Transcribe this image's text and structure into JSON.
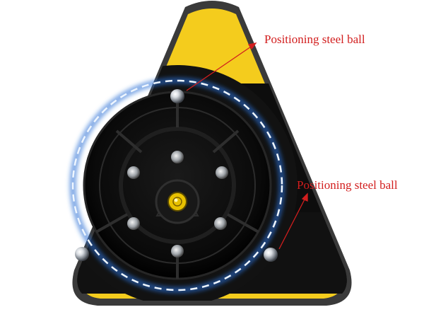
{
  "image": {
    "subject": "yellow-triangle-base-with-positioning-balls",
    "colors": {
      "background": "#ffffff",
      "triangle_outer": "#3a3a3a",
      "triangle_yellow": "#f4cc1d",
      "base_dark": "#0b0b0b",
      "dash_ring": "#eef6ff",
      "ring_glow": "#2a6fd6",
      "callout": "#d21e1e",
      "bubble": "#e8c100"
    }
  },
  "callouts": [
    {
      "label": "Positioning steel ball"
    },
    {
      "label": "Positioning steel ball"
    }
  ]
}
